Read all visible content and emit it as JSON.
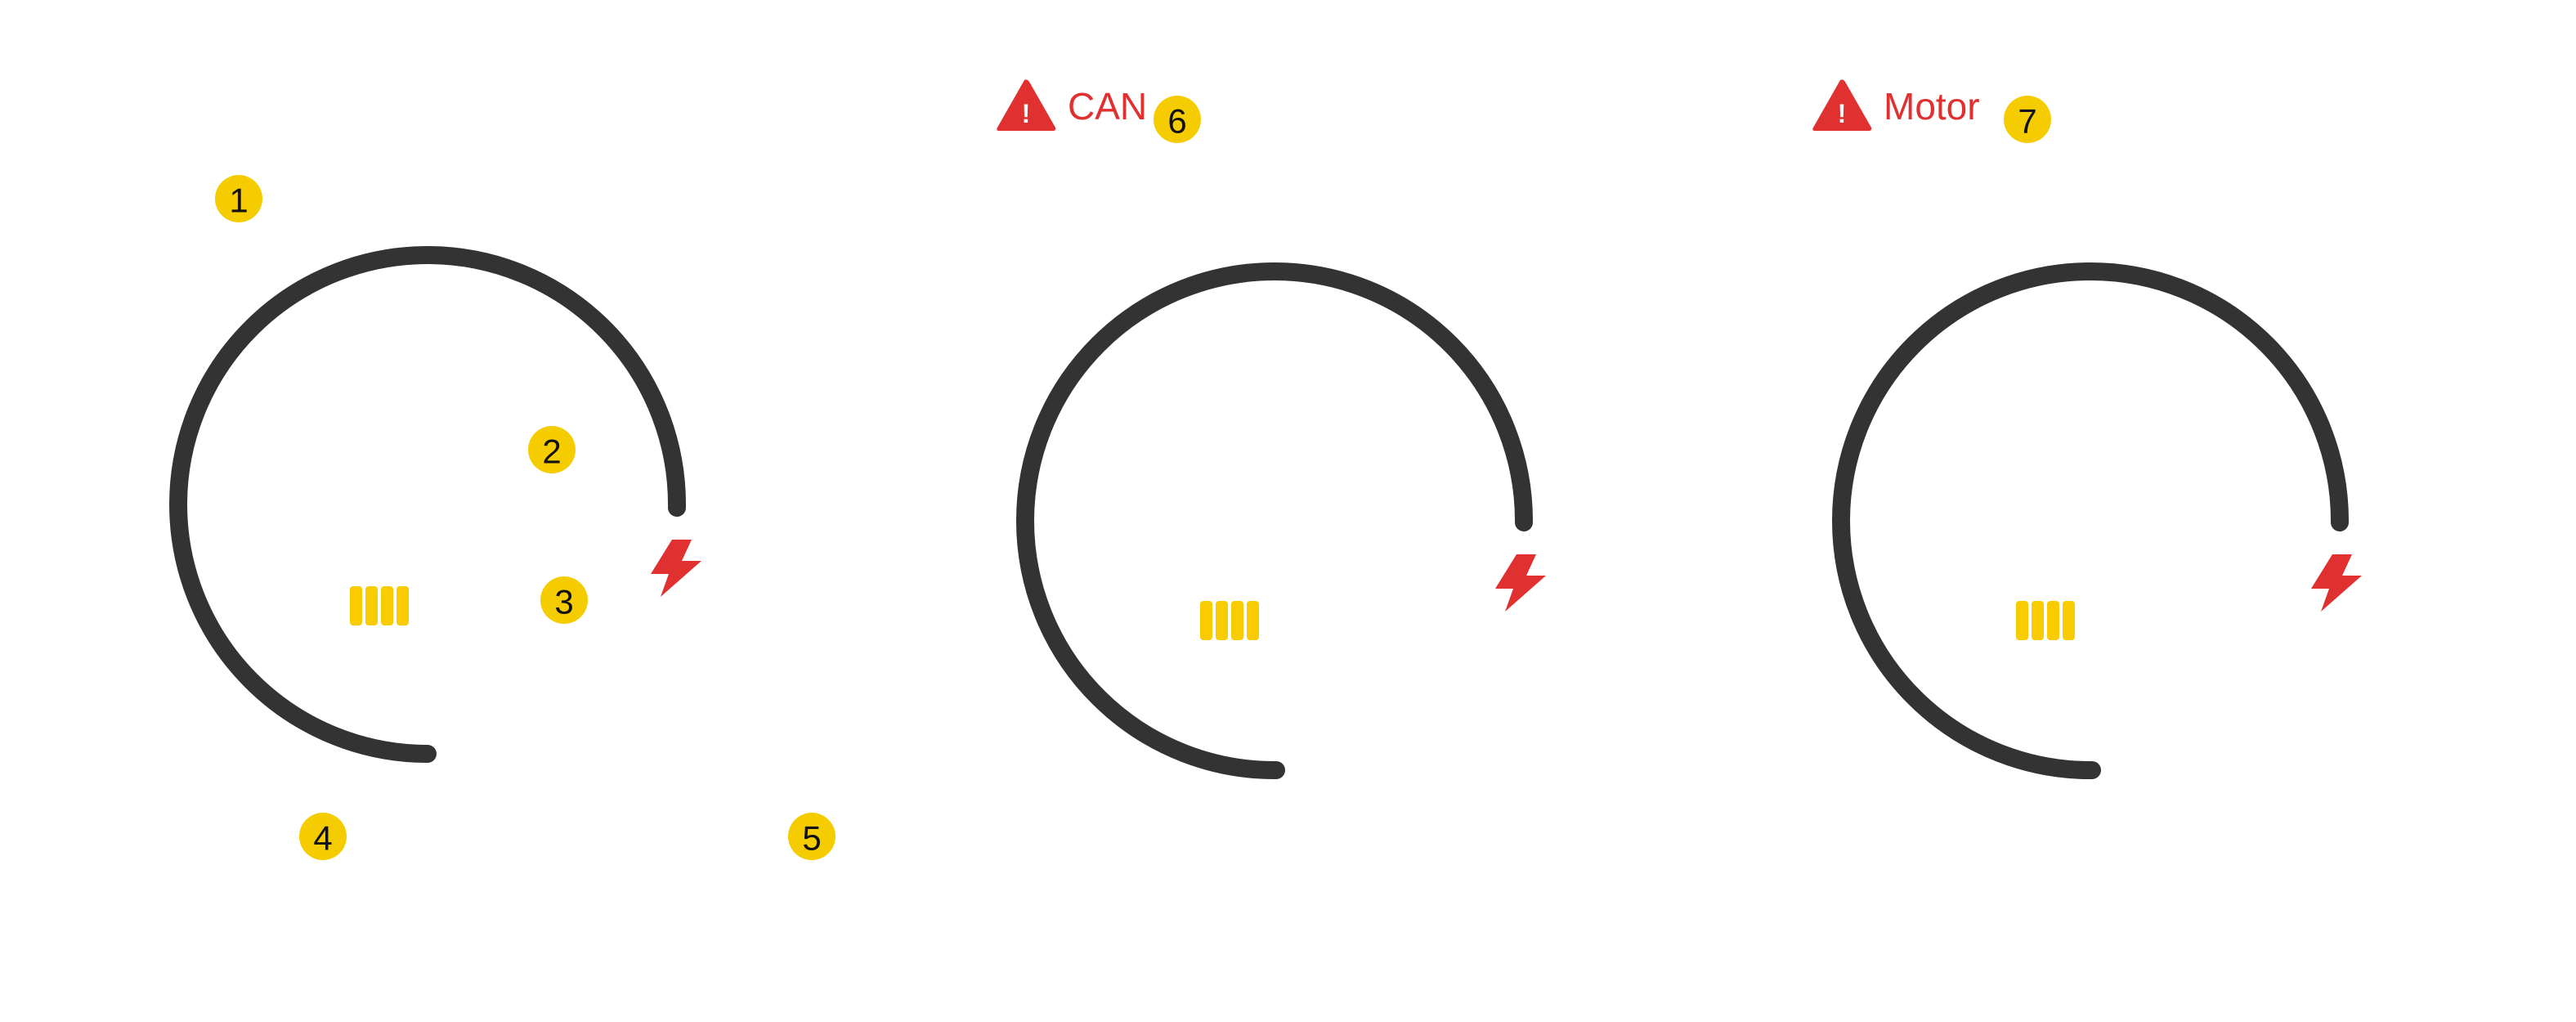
{
  "colors": {
    "ring": "#333333",
    "badge": "#f8cc00",
    "battery": "#f8cc00",
    "bolt": "#e03030",
    "warning": "#e03030",
    "warning_glyph": "#ffffff",
    "badge_text": "#111111"
  },
  "icons": {
    "bolt": "lightning-bolt-icon",
    "battery": "battery-bars-icon",
    "warning": "warning-triangle-icon"
  },
  "gauges": [
    {
      "id": "gauge-1",
      "warning_label": ""
    },
    {
      "id": "gauge-2",
      "warning_label": "CAN"
    },
    {
      "id": "gauge-3",
      "warning_label": "Motor"
    }
  ],
  "badges": {
    "b1": "1",
    "b2": "2",
    "b3": "3",
    "b4": "4",
    "b5": "5",
    "b6": "6",
    "b7": "7"
  },
  "warnings": {
    "can": "CAN",
    "motor": "Motor",
    "glyph": "!"
  }
}
